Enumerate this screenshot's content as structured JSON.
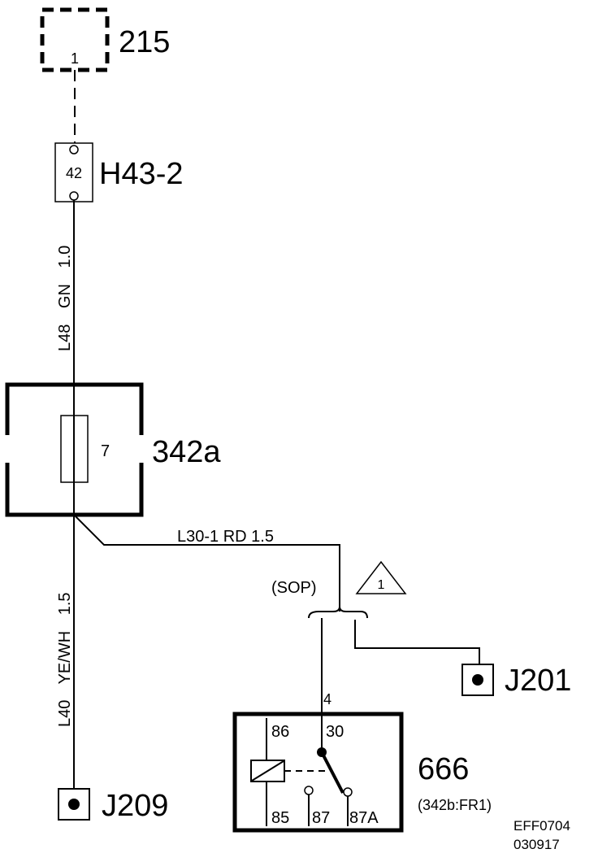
{
  "components": {
    "c215": {
      "id": "215",
      "pin": "1"
    },
    "h43": {
      "id": "H43-2",
      "pin": "42"
    },
    "c342a": {
      "id": "342a",
      "fuse": "7"
    },
    "j209": {
      "id": "J209"
    },
    "j201": {
      "id": "J201"
    },
    "relay": {
      "id": "666",
      "location": "(342b:FR1)",
      "pin_in": "4",
      "pins": [
        "86",
        "30",
        "85",
        "87",
        "87A"
      ]
    }
  },
  "wires": {
    "top": {
      "circuit": "L48",
      "color": "GN",
      "size": "1.0"
    },
    "bottom": {
      "circuit": "L40",
      "color": "YE/WH",
      "size": "1.5"
    },
    "branch": {
      "label": "L30-1 RD  1.5"
    }
  },
  "notes": {
    "sop": "(SOP)",
    "warning": "1"
  },
  "footer": {
    "code": "EFF0704",
    "date": "030917"
  }
}
